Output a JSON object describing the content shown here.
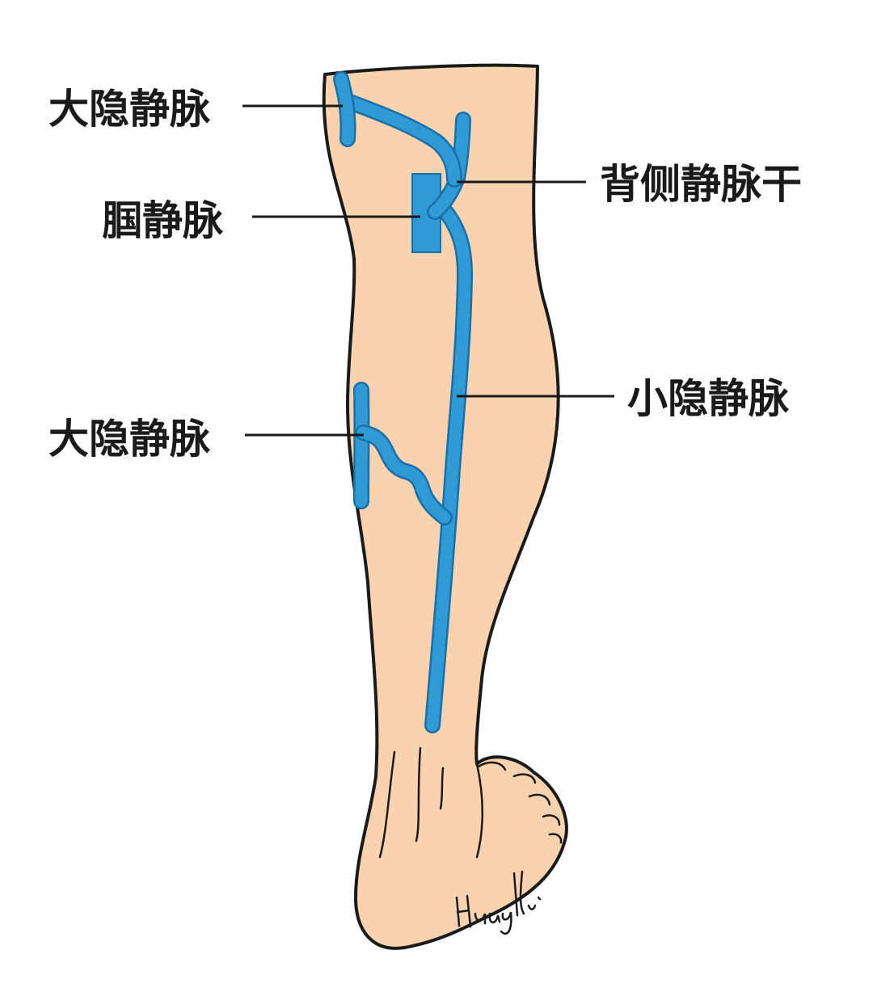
{
  "labels": {
    "great_saphenous_upper": "大隐静脉",
    "popliteal_vein": "腘静脉",
    "dorsal_vein_trunk": "背侧静脉干",
    "small_saphenous_vein": "小隐静脉",
    "great_saphenous_lower": "大隐静脉"
  },
  "signature": "Huangli.",
  "colors": {
    "skin": "#f9d3b0",
    "vein_fill": "#2f9ad4",
    "vein_edge": "#1b6fa8",
    "outline": "#1a1a1a",
    "background": "#ffffff"
  }
}
